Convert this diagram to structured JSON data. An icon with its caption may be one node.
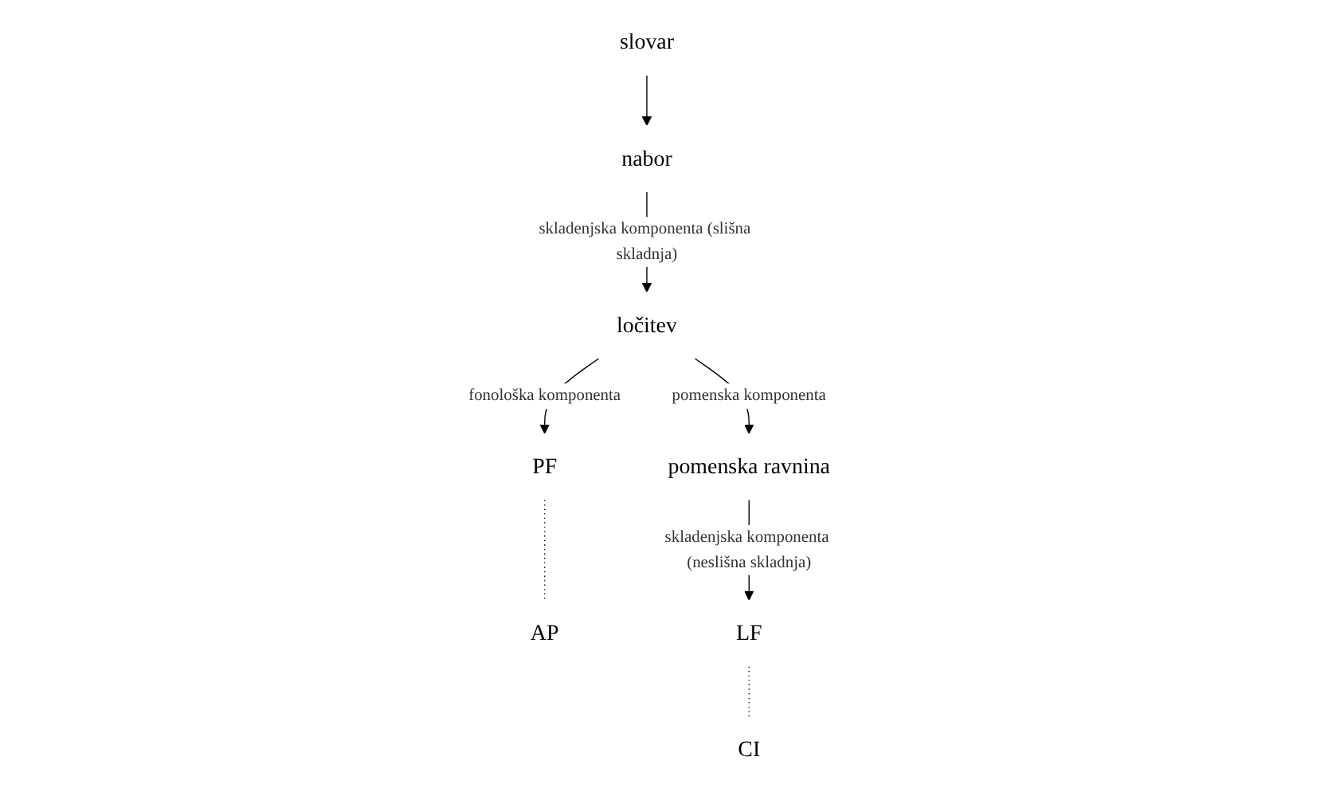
{
  "diagram": {
    "nodes": [
      {
        "text": [
          "slovar"
        ]
      },
      {
        "text": [
          "nabor"
        ]
      },
      {
        "text": [
          "ločitev"
        ]
      },
      {
        "text": [
          "PF"
        ]
      },
      {
        "text": [
          "AP"
        ]
      },
      {
        "text": [
          "pomenska ravnina"
        ]
      },
      {
        "text": [
          "LF"
        ]
      },
      {
        "text": [
          "CI"
        ]
      }
    ],
    "edges": [
      {
        "from": 0,
        "to": 1,
        "arrow": "to"
      },
      {
        "from": 1,
        "to": 2,
        "arrow": "to",
        "label": "skladenjska komponenta (slišna skladnja)"
      },
      {
        "from": 2,
        "to": 3,
        "arrow": "to",
        "label": "fonološka komponenta"
      },
      {
        "from": 3,
        "to": 4,
        "arrow": "none",
        "style": "dashed"
      },
      {
        "from": 2,
        "to": 5,
        "arrow": "to",
        "label": "pomenska komponenta"
      },
      {
        "from": 5,
        "to": 6,
        "arrow": "to",
        "label": "skladenjska komponenta (neslišna skladnja)"
      },
      {
        "from": 6,
        "to": 7,
        "arrow": "none",
        "style": "dashed"
      }
    ]
  }
}
